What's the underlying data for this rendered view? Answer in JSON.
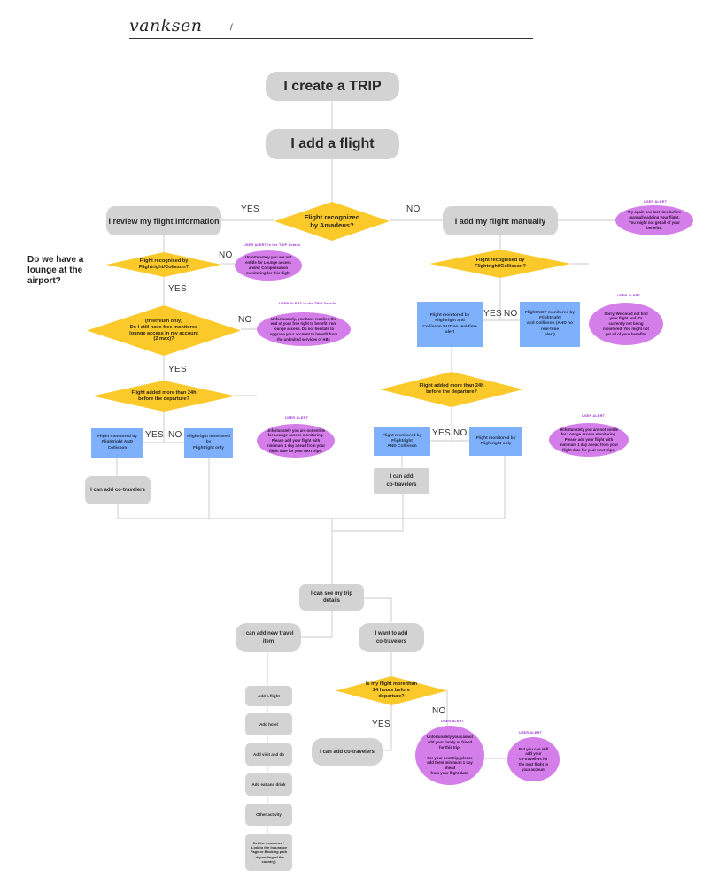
{
  "header": {
    "logo_text": "vanksen",
    "slash": "/"
  },
  "colors": {
    "decision": "#fcc92b",
    "process": "#d4d3d3",
    "monitor": "#7fb0fb",
    "alert": "#d47eea",
    "alert_title": "#9b32d6",
    "line": "#c8c8c8"
  },
  "side_question": "Do we have a\nlounge at the\nairport?",
  "nodes": {
    "create_trip": "I create a TRIP",
    "add_flight": "I add a flight",
    "review_info": "I review my flight information",
    "add_manually": "I add my flight manually",
    "left_cotravelers": "I can add co-travelers",
    "right_cotravelers": "I can add\nco-travelers",
    "see_trip": "I can see my trip\ndetails",
    "add_travel_item": "I can add new travel\nitem",
    "want_cotravelers": "I want to add\nco-travelers",
    "bottom_cotravelers": "I can add co-travelers",
    "item_flight": "Add a flight",
    "item_hotel": "Add hotel",
    "item_visit": "Add visit and do",
    "item_eat": "Add eat and drink",
    "item_other": "Other activity",
    "item_insurance": "Get the Insurance+\n(Link to the Insurance\nPage or Booking path\n- depending of the\ncountry)"
  },
  "decisions": {
    "amadeus": "Flight recognized\nby Amadeus?",
    "left_recognised": "Flight recognised by\nFlightright/Colisson?",
    "freemium": "(freemium only)\nDo I still have free monitored\nlounge access in my account\n(2 max)?",
    "left_24h": "Flight added more than 24h\nbefore the departure?",
    "right_recognised": "Flight recognised by\nFlightright/Collisson?",
    "right_24h": "Flight added more than 24h\nbefore the departure?",
    "more_24h": "Is my flight more than\n24 hours before\ndeparture?"
  },
  "monitor": {
    "left_both": "Flight monitored by\nFlightright AND Collisson",
    "left_only": "Flightright monitored by\nFlightright only",
    "right_collisson_no_rt": "Flight monitored by Flightright and\nCollisson BUT no real-time alert",
    "right_not": "Flight NOT monitored by Flightright\nand Collisson (AND no real-time\nalert)",
    "right_both": "Flight monitored by Flightright\nAND Collisson",
    "right_only": "Flight monitored by\nFlightright only"
  },
  "alerts": {
    "top_right": {
      "title": "USER ALERT",
      "body": "Try again one last time before\nmanually adding your flight.\nYou might not get all of your\nbenefits."
    },
    "trip_details_1": {
      "title": "USER ALERT in the TRIP Details",
      "body": "Unfortunately you are not\nentitle for Lounge access\nand/or Compensation\nmonitoring for this flight"
    },
    "trip_details_2": {
      "title": "USER ALERT in the TRIP Details",
      "body": "Unfortunately, you have reached the\nend of your free right to benefit from\nlounge access. Do not hesitate to\nupgrade your account to benefit from\nthe unlimited services of ABc"
    },
    "sorry": {
      "title": "USER ALERT",
      "body": "Sorry, We could not find\nyour flight and it's\ncurrently not being\nmonitored. You might not\nget all of your benefits."
    },
    "left_24h": {
      "title": "USER ALERT",
      "body": "Unfortunately you are not entitle\nfor Lounge access monitoring.\nPlease add your flight with\nminimum 1 day ahead from your\nflight date for your next trips."
    },
    "right_24h": {
      "title": "USER ALERT",
      "body": "Unfortunately you are not entitle\nfor Lounge access monitoring.\nPlease add your flight with\nminimum 1 day ahead from your\nflight date for your next trips."
    },
    "cannot_add": {
      "title": "USER ALERT",
      "body": "Unfortunately you cannot\nadd your family or friend\nfor this trip.\n\nFor your next trip, please\nadd them minimum 1 day\nahead\nfrom your flight date."
    },
    "still_add": {
      "title": "USER ALERT",
      "body": "But you can still\nadd your\nco-travellers for\nthe next flight in\nyour account"
    }
  },
  "labels": {
    "yes_amadeus": "YES",
    "no_amadeus": "NO",
    "no_left_rec": "NO",
    "yes_left_rec": "YES",
    "no_freemium": "NO",
    "yes_freemium": "YES",
    "yes_left_24": "YES",
    "no_left_24": "NO",
    "yes_right_rec": "YES",
    "no_right_rec": "NO",
    "yes_right_24": "YES",
    "no_right_24": "NO",
    "no_more24": "NO",
    "yes_more24": "YES"
  }
}
